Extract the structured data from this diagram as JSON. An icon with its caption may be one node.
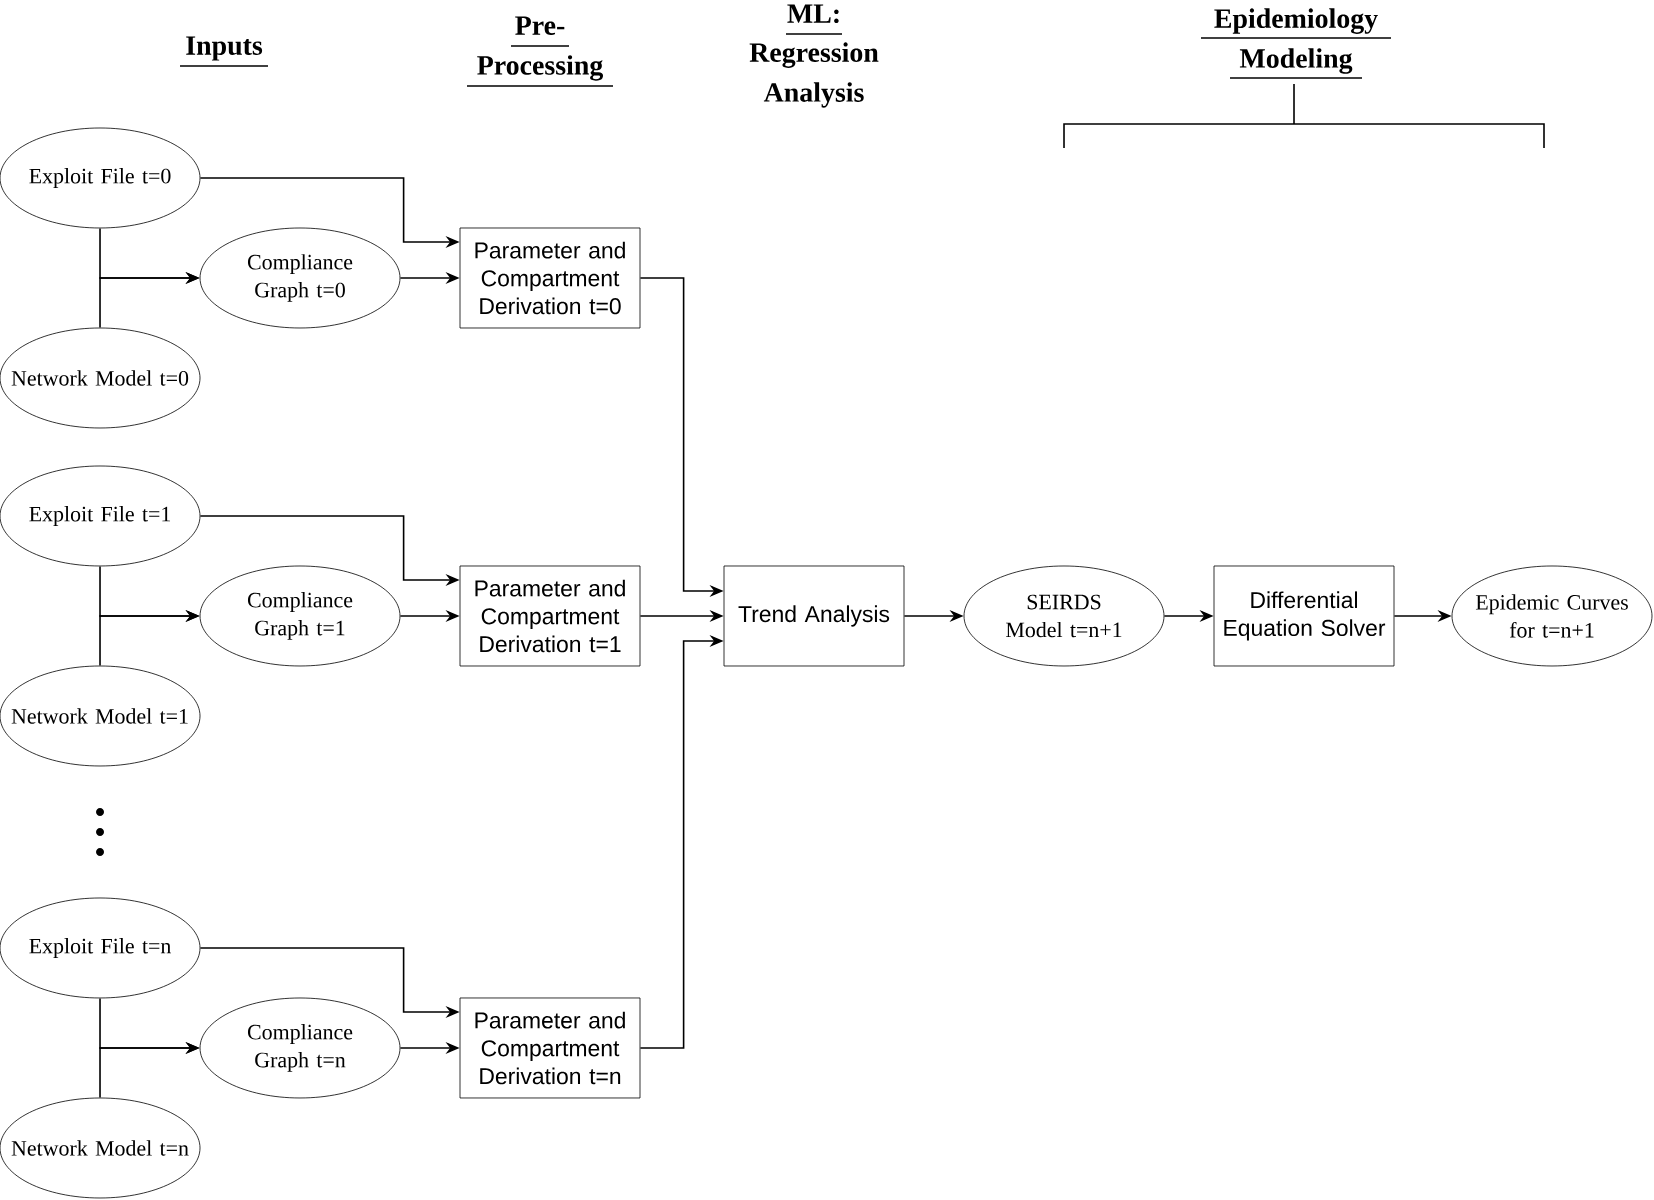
{
  "diagram": {
    "nodes": [
      {
        "text": [
          "Exploit File t=0"
        ]
      },
      {
        "text": [
          "Compliance Graph t=0"
        ]
      },
      {
        "text": [
          "Parameter and Compartment Derivation t=0"
        ]
      },
      {
        "text": [
          "Network Model t=0"
        ]
      },
      {
        "text": [
          "Exploit File t=1"
        ]
      },
      {
        "text": [
          "Compliance Graph t=1"
        ]
      },
      {
        "text": [
          "Parameter and Compartment Derivation t=1"
        ]
      },
      {
        "text": [
          "Network Model t=1"
        ]
      },
      {
        "text": [
          "Exploit File t=n"
        ]
      },
      {
        "text": [
          "Compliance Graph t=n"
        ]
      },
      {
        "text": [
          "Parameter and Compartment Derivation t=n"
        ]
      },
      {
        "text": [
          "Network Model t=n"
        ]
      },
      {
        "text": [
          "Trend Analysis"
        ]
      },
      {
        "text": [
          "SEIRDS Model t=n+1"
        ]
      },
      {
        "text": [
          "Differential Equation Solver"
        ]
      },
      {
        "text": [
          "Epidemic Curves for t=n+1"
        ]
      }
    ],
    "edges": [
      {
        "from": 0,
        "to": 2,
        "arrow": "to"
      },
      {
        "from": 1,
        "to": 2,
        "arrow": "to"
      },
      {
        "from": 0,
        "to": 1,
        "arrow": "to"
      },
      {
        "from": 3,
        "to": 1,
        "arrow": "to"
      },
      {
        "from": 2,
        "to": 12,
        "arrow": "to"
      },
      {
        "from": 4,
        "to": 6,
        "arrow": "to"
      },
      {
        "from": 5,
        "to": 6,
        "arrow": "to"
      },
      {
        "from": 4,
        "to": 5,
        "arrow": "to"
      },
      {
        "from": 7,
        "to": 5,
        "arrow": "to"
      },
      {
        "from": 6,
        "to": 12,
        "arrow": "to"
      },
      {
        "from": 8,
        "to": 10,
        "arrow": "to"
      },
      {
        "from": 9,
        "to": 10,
        "arrow": "to"
      },
      {
        "from": 8,
        "to": 9,
        "arrow": "to"
      },
      {
        "from": 11,
        "to": 9,
        "arrow": "to"
      },
      {
        "from": 10,
        "to": 12,
        "arrow": "to"
      },
      {
        "from": 12,
        "to": 13,
        "arrow": "to"
      },
      {
        "from": 13,
        "to": 14,
        "arrow": "to"
      },
      {
        "from": 14,
        "to": 15,
        "arrow": "to"
      }
    ],
    "labels": [
      "Inputs",
      "Pre- Processing",
      "ML:",
      "Regression Analysis",
      "Epidemiology Modeling"
    ]
  }
}
